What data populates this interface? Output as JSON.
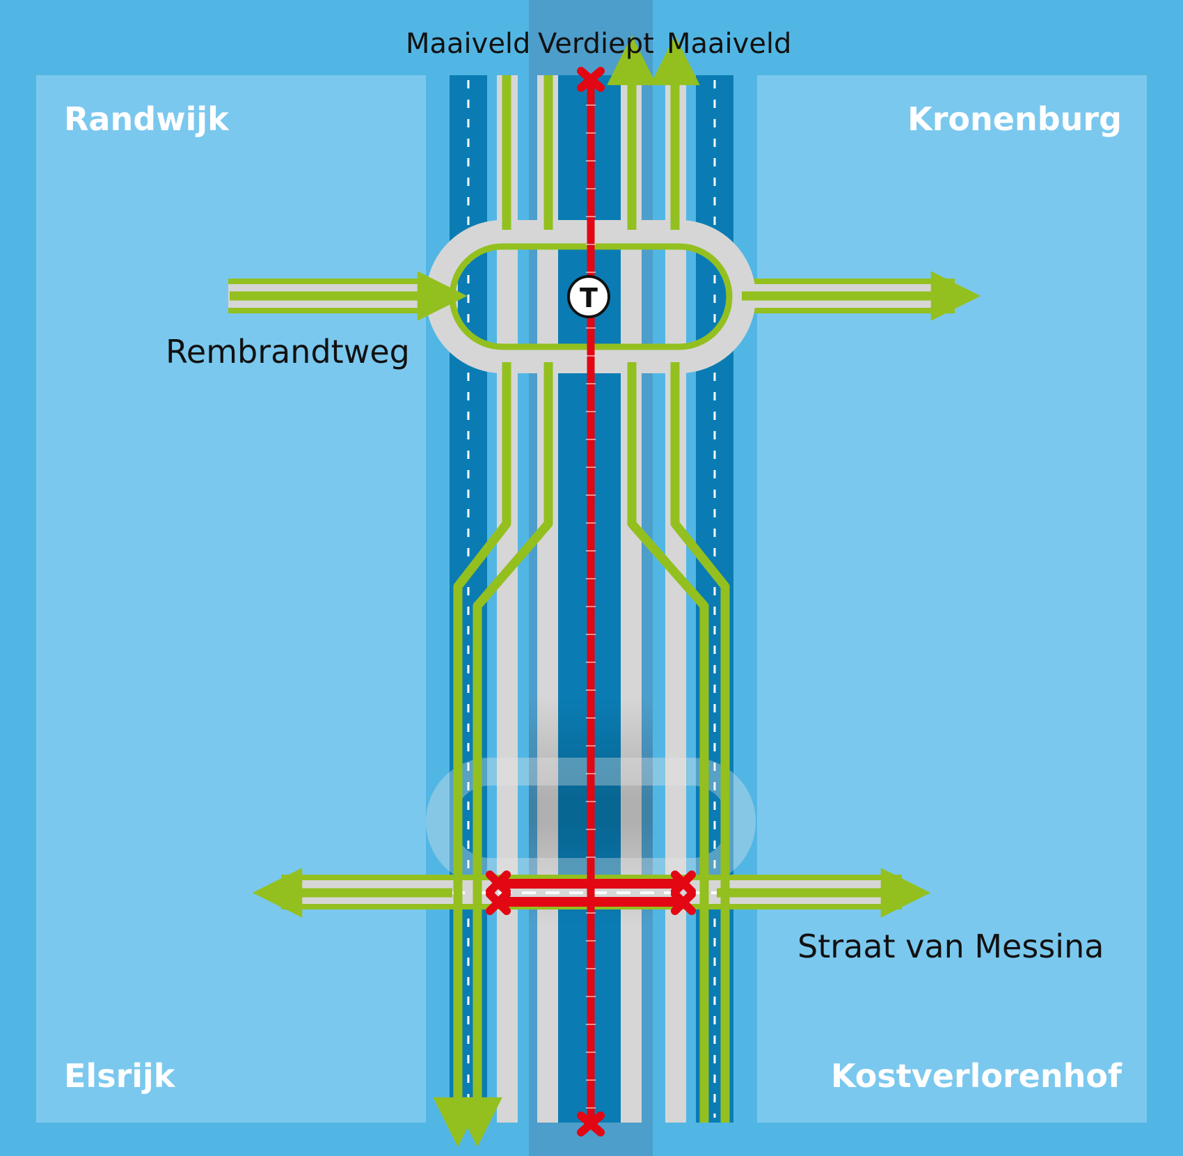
{
  "headers": {
    "left": "Maaiveld",
    "center": "Verdiept",
    "right": "Maaiveld"
  },
  "districts": {
    "top_left": "Randwijk",
    "top_right": "Kronenburg",
    "bottom_left": "Elsrijk",
    "bottom_right": "Kostverlorenhof"
  },
  "streets": {
    "north": "Rembrandtweg",
    "south": "Straat van Messina"
  },
  "symbols": {
    "tram_stop": "T",
    "tram_stop_icon": "tram-stop-icon",
    "closed_icon": "closed-cross-icon",
    "arrow_icon": "arrow-icon"
  },
  "colors": {
    "background": "#52b6e4",
    "district_area": "#7bc8ee",
    "sunken_corridor": "#4d9ecb",
    "road_dark": "#0a7cb3",
    "road_light": "#d6d6d6",
    "route_green": "#93c01f",
    "tram_line": "#e30613"
  }
}
